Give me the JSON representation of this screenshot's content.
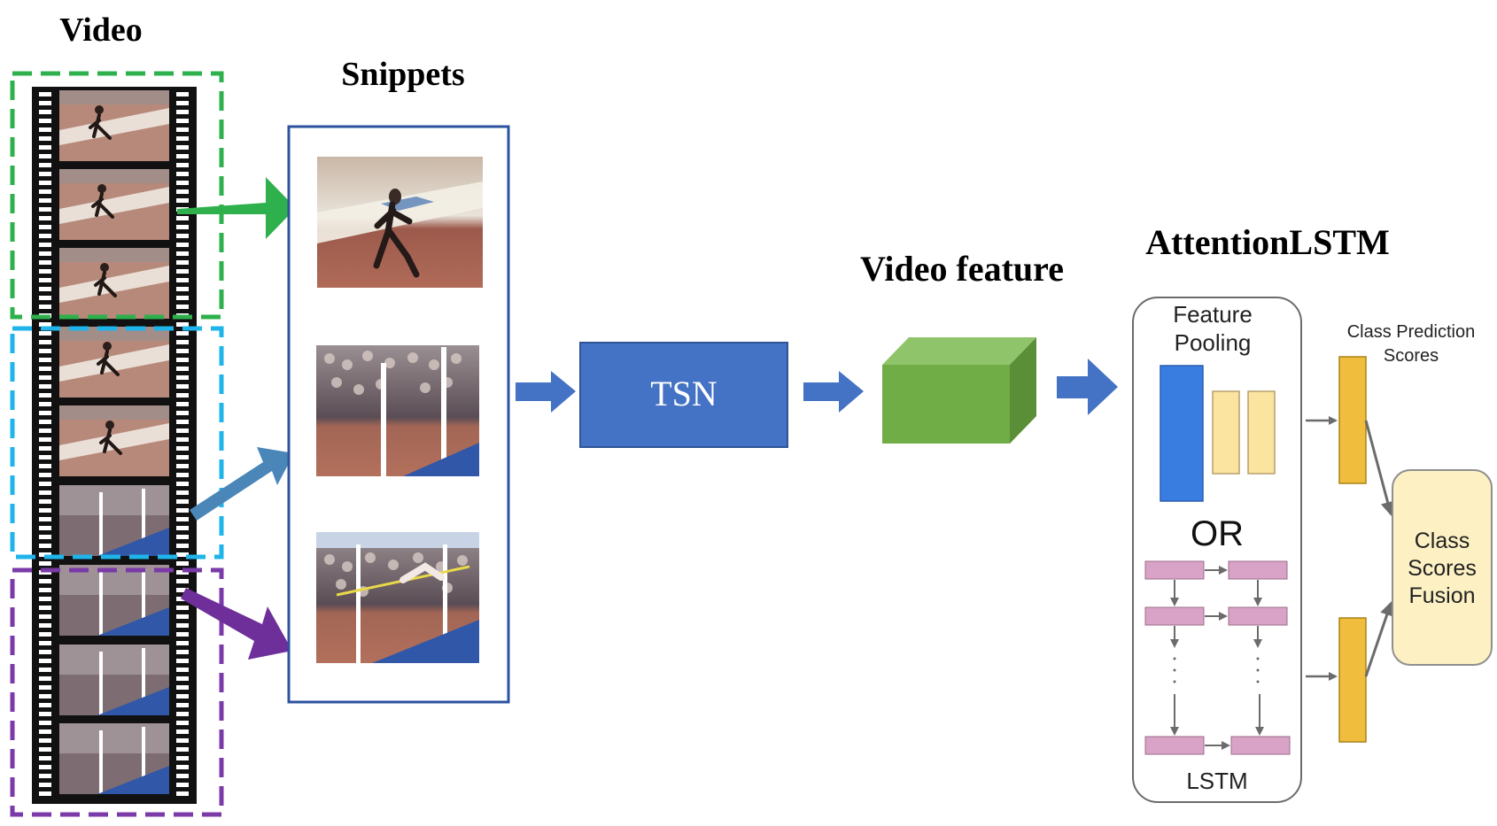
{
  "title_video": "Video",
  "title_snippets": "Snippets",
  "title_video_feature": "Video feature",
  "title_attention_lstm": "AttentionLSTM",
  "tsn_label": "TSN",
  "feature_pooling_label": "Feature Pooling",
  "feature_pooling_line1": "Feature",
  "feature_pooling_line2": "Pooling",
  "or_label": "OR",
  "lstm_label": "LSTM",
  "class_prediction_line1": "Class Prediction",
  "class_prediction_line2": "Scores",
  "fusion_line1": "Class",
  "fusion_line2": "Scores",
  "fusion_line3": "Fusion",
  "colors": {
    "green_dash": "#2eb04d",
    "blue_dash": "#1fb4ea",
    "purple_dash": "#7a3aa8",
    "snippet_border": "#2c53a0",
    "arrow_blue": "#4472c4",
    "tsn_fill": "#4472c4",
    "cube_front": "#70ad47",
    "cube_top": "#8fc46a",
    "cube_side": "#5a8f37",
    "pool_blue": "#3a7de0",
    "pool_light": "#fbe3a0",
    "lstm_cell": "#d9a3c7",
    "pred_bar": "#f1bd3c",
    "fusion_fill": "#fdf1c4"
  }
}
